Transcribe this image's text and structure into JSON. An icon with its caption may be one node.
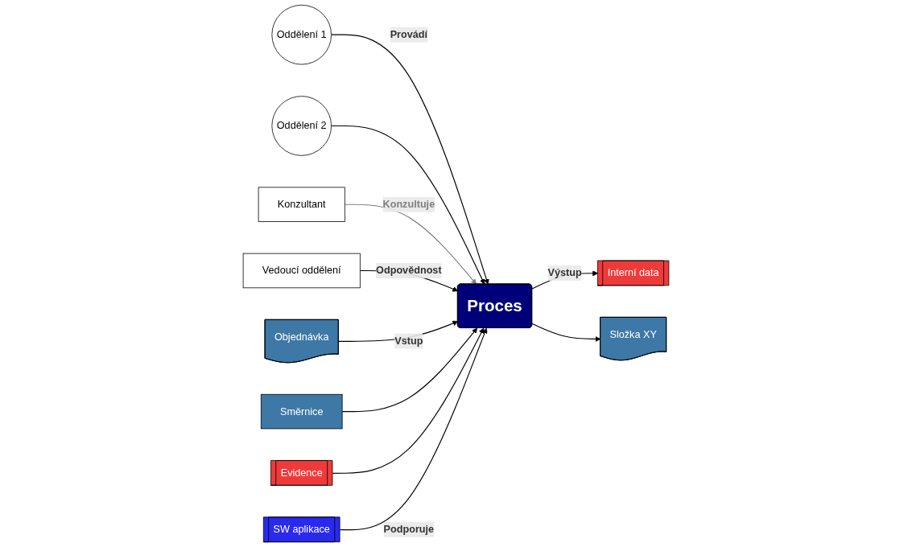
{
  "diagram": {
    "nodes": [
      {
        "text": [
          "Oddělení 1"
        ]
      },
      {
        "text": [
          "Oddělení 2"
        ]
      },
      {
        "text": [
          "Objednávka"
        ]
      },
      {
        "text": [
          "Konzultant"
        ]
      },
      {
        "text": [
          "Směrnice"
        ]
      },
      {
        "text": [
          "Vedoucí oddělení"
        ]
      },
      {
        "text": [
          "Proces"
        ]
      },
      {
        "text": [
          "Evidence"
        ]
      },
      {
        "text": [
          "Interní data"
        ]
      },
      {
        "text": [
          "SW aplikace"
        ]
      },
      {
        "text": [
          "Složka XY"
        ]
      }
    ],
    "edges": [
      {
        "from": 0,
        "to": 6,
        "arrow": "to",
        "label": "Provádí"
      },
      {
        "from": 1,
        "to": 6,
        "arrow": "to"
      },
      {
        "from": 3,
        "to": 6,
        "arrow": "to",
        "label": "Konzultuje",
        "color": "#808080"
      },
      {
        "from": 5,
        "to": 6,
        "arrow": "to",
        "label": "Odpovědnost"
      },
      {
        "from": 2,
        "to": 6,
        "arrow": "to",
        "label": "Vstup"
      },
      {
        "from": 4,
        "to": 6,
        "arrow": "to"
      },
      {
        "from": 7,
        "to": 6,
        "arrow": "to"
      },
      {
        "from": 9,
        "to": 6,
        "arrow": "to",
        "label": "Podporuje"
      },
      {
        "from": 6,
        "to": 8,
        "arrow": "to",
        "label": "Výstup"
      },
      {
        "from": 6,
        "to": 10,
        "arrow": "to"
      }
    ]
  }
}
